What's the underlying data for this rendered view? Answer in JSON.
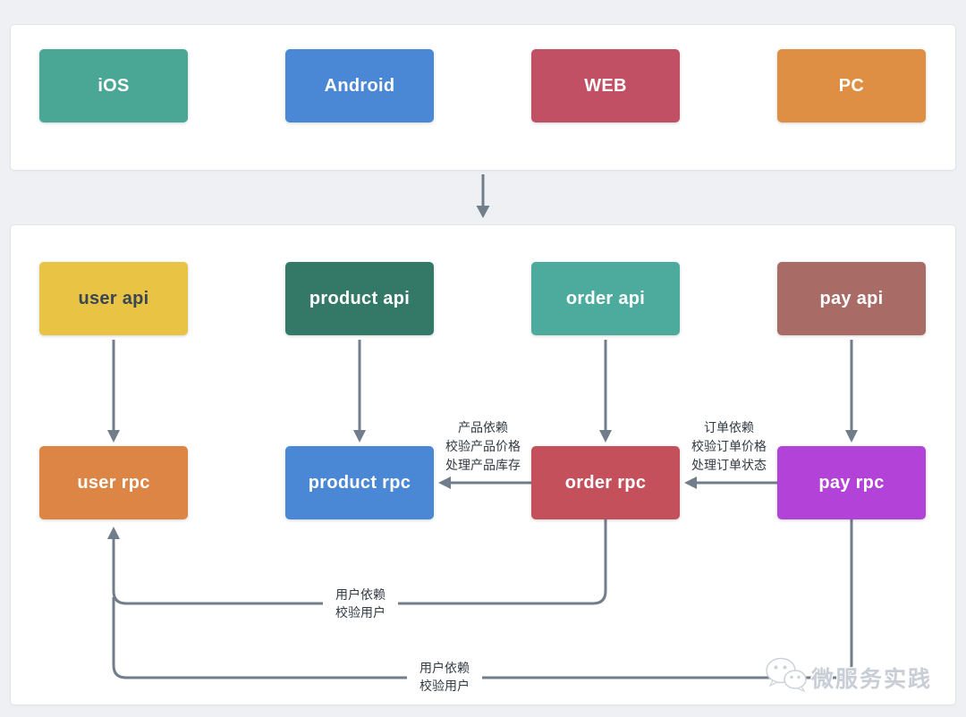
{
  "diagram": {
    "line_color": "#717d8a",
    "clients": [
      {
        "id": "ios",
        "label": "iOS",
        "color": "#4aa796",
        "text_color": "#ffffff"
      },
      {
        "id": "android",
        "label": "Android",
        "color": "#4a87d5",
        "text_color": "#ffffff"
      },
      {
        "id": "web",
        "label": "WEB",
        "color": "#c25064",
        "text_color": "#ffffff"
      },
      {
        "id": "pc",
        "label": "PC",
        "color": "#df8f43",
        "text_color": "#ffffff"
      }
    ],
    "api_services": [
      {
        "id": "user-api",
        "label": "user api",
        "color": "#e9c344",
        "text_color": "#3a4654"
      },
      {
        "id": "product-api",
        "label": "product api",
        "color": "#347868",
        "text_color": "#ffffff"
      },
      {
        "id": "order-api",
        "label": "order api",
        "color": "#4cab9d",
        "text_color": "#ffffff"
      },
      {
        "id": "pay-api",
        "label": "pay api",
        "color": "#a96b66",
        "text_color": "#ffffff"
      }
    ],
    "rpc_services": [
      {
        "id": "user-rpc",
        "label": "user rpc",
        "color": "#dd8545",
        "text_color": "#ffffff"
      },
      {
        "id": "product-rpc",
        "label": "product rpc",
        "color": "#4a87d5",
        "text_color": "#ffffff"
      },
      {
        "id": "order-rpc",
        "label": "order rpc",
        "color": "#c4505c",
        "text_color": "#ffffff"
      },
      {
        "id": "pay-rpc",
        "label": "pay rpc",
        "color": "#b342d8",
        "text_color": "#ffffff"
      }
    ],
    "edge_labels": {
      "order_to_product": [
        "产品依赖",
        "校验产品价格",
        "处理产品库存"
      ],
      "pay_to_order": [
        "订单依赖",
        "校验订单价格",
        "处理订单状态"
      ],
      "order_to_user": [
        "用户依赖",
        "校验用户"
      ],
      "pay_to_user": [
        "用户依赖",
        "校验用户"
      ]
    }
  },
  "watermark": {
    "text": "微服务实践"
  }
}
